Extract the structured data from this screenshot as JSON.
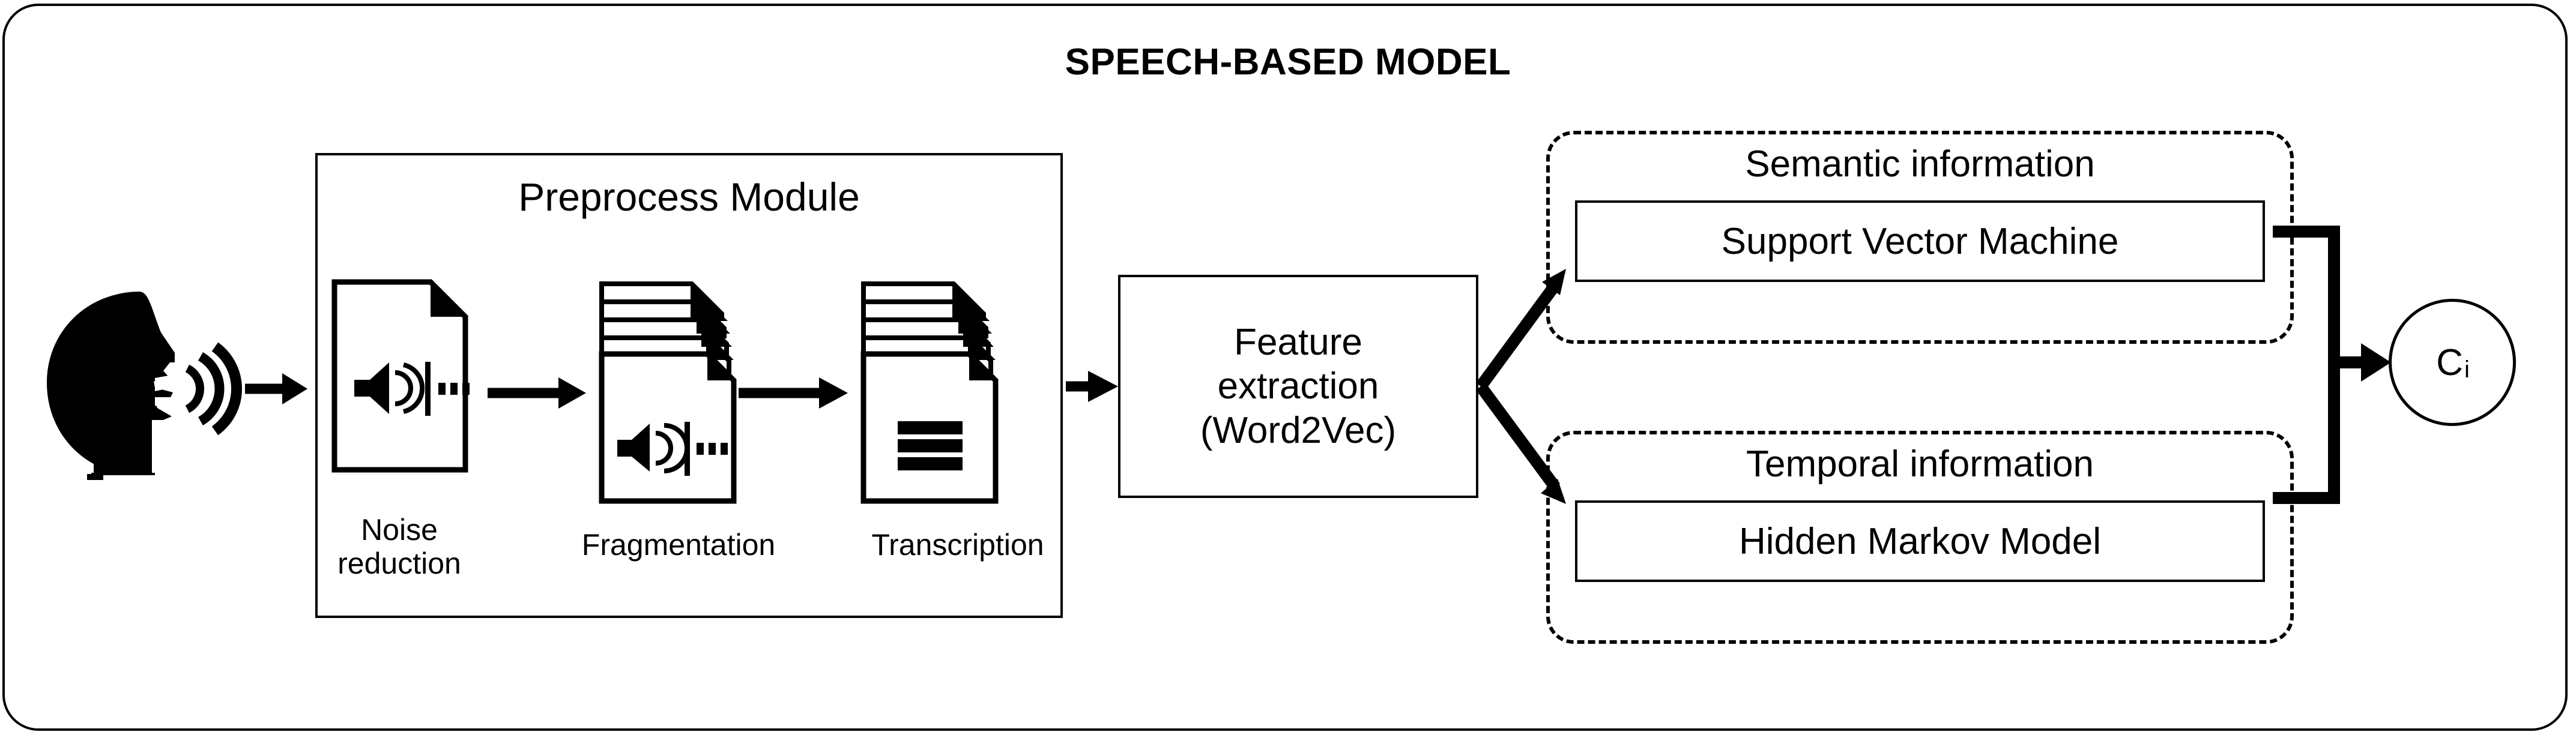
{
  "diagram": {
    "title": "SPEECH-BASED MODEL",
    "preprocess": {
      "title": "Preprocess Module",
      "steps": [
        {
          "icon": "audio-document-icon",
          "caption": "Noise\nreduction"
        },
        {
          "icon": "audio-document-stack-icon",
          "caption": "Fragmentation"
        },
        {
          "icon": "text-document-stack-icon",
          "caption": "Transcription"
        }
      ]
    },
    "feature_extraction": {
      "line1": "Feature",
      "line2": "extraction",
      "line3": "(Word2Vec)"
    },
    "branches": [
      {
        "title": "Semantic information",
        "model": "Support Vector Machine"
      },
      {
        "title": "Temporal information",
        "model": "Hidden Markov Model"
      }
    ],
    "output": {
      "label": "C",
      "subscript": "i"
    },
    "input": {
      "icon": "speaking-head-icon"
    },
    "colors": {
      "stroke": "#000000",
      "fill": "#ffffff"
    }
  }
}
